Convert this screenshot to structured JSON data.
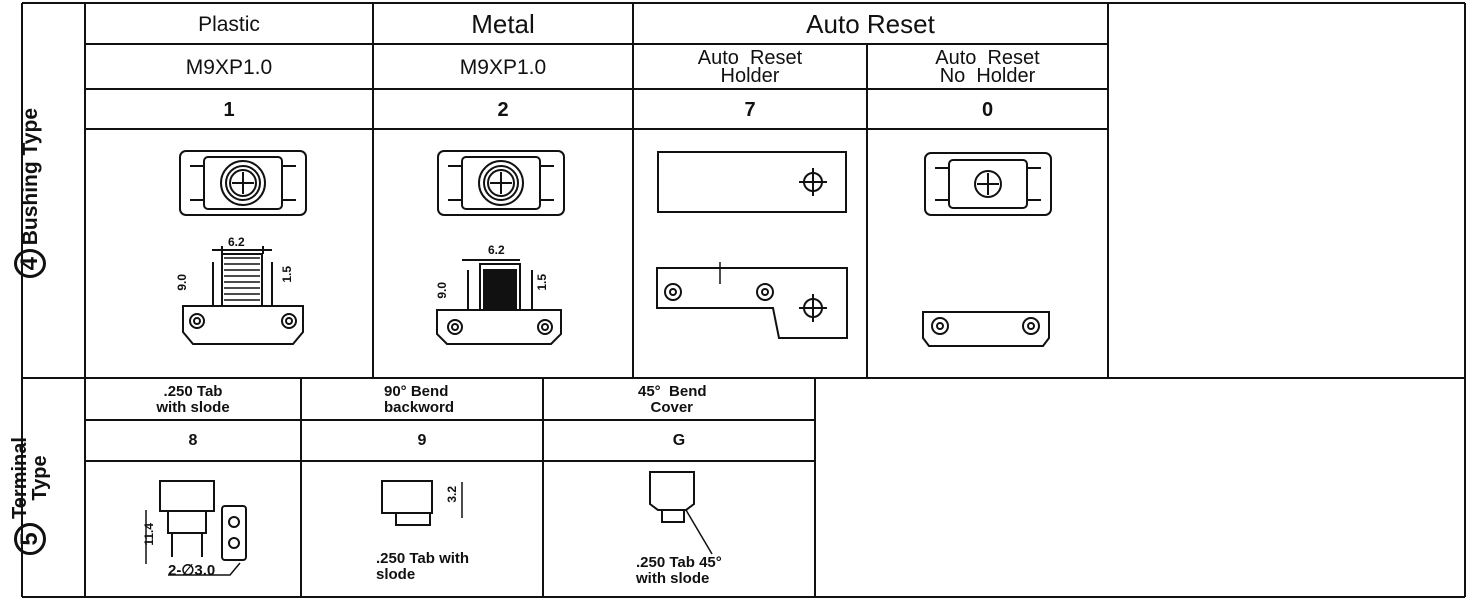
{
  "bushing": {
    "number": "4",
    "title": "Bushing Type",
    "headers": {
      "plastic": "Plastic",
      "metal": "Metal",
      "auto_reset": "Auto Reset"
    },
    "subheaders": {
      "plastic": "M9XP1.0",
      "metal": "M9XP1.0",
      "auto_holder": "Auto  Reset\nHolder",
      "auto_no_holder": "Auto  Reset\nNo  Holder"
    },
    "codes": {
      "plastic": "1",
      "metal": "2",
      "auto_holder": "7",
      "auto_no_holder": "0"
    },
    "dims": {
      "width": "6.2",
      "height": "9.0",
      "thread": "1.5"
    }
  },
  "terminal": {
    "number": "5",
    "title": "Terminal\nType",
    "headers": {
      "tab": ".250 Tab\nwith slode",
      "bend90": "90° Bend\nbackword",
      "bend45": "45°  Bend\n   Cover"
    },
    "codes": {
      "tab": "8",
      "bend90": "9",
      "bend45": "G"
    },
    "dims": {
      "pin_height": "11.4",
      "hole": "2-∅3.0",
      "bend_height": "3.2"
    },
    "notes": {
      "bend90": ".250 Tab with\nslode",
      "bend45": ".250 Tab 45°\nwith slode"
    }
  }
}
